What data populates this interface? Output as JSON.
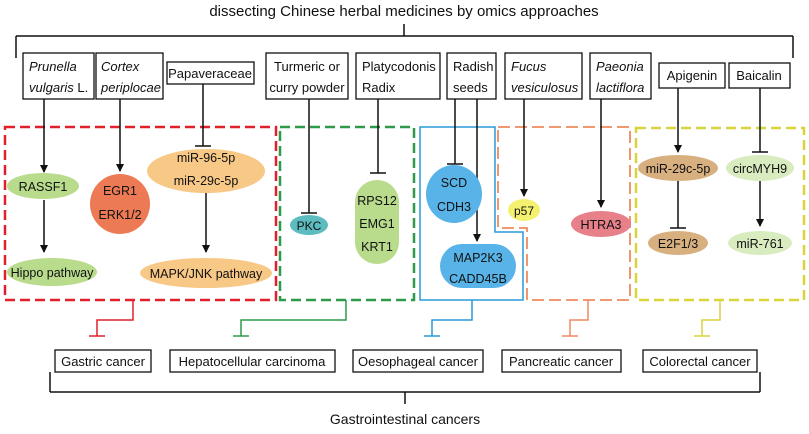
{
  "title": "dissecting Chinese herbal medicines by omics approaches",
  "footer": "Gastrointestinal cancers",
  "herbs": [
    {
      "line1": "Prunella",
      "line2": "vulgaris L.",
      "line1_italic": true,
      "line2_parts": [
        {
          "text": "vulgaris",
          "italic": true
        },
        {
          "text": " L.",
          "italic": false
        }
      ]
    },
    {
      "line1": "Cortex",
      "line2": "periplocae",
      "italic": true
    },
    {
      "line1": "Papaveraceae",
      "line2": ""
    },
    {
      "line1": "Turmeric or",
      "line2": "curry powder"
    },
    {
      "line1": "Platycodonis",
      "line2": "Radix"
    },
    {
      "line1": "Radish",
      "line2": "seeds"
    },
    {
      "line1": "Fucus",
      "line2": "vesiculosus",
      "italic": true
    },
    {
      "line1": "Paeonia",
      "line2": "lactiflora",
      "italic": true
    },
    {
      "line1": "Apigenin",
      "line2": ""
    },
    {
      "line1": "Baicalin",
      "line2": ""
    }
  ],
  "nodes": {
    "rassf1": "RASSF1",
    "hippo": "Hippo pathway",
    "egr1": "EGR1",
    "erk12": "ERK1/2",
    "mir96": "miR-96-5p",
    "mir29c_a": "miR-29c-5p",
    "mapk": "MAPK/JNK pathway",
    "pkc": "PKC",
    "rps12": "RPS12",
    "emg1": "EMG1",
    "krt1": "KRT1",
    "scd": "SCD",
    "cdh3": "CDH3",
    "map2k3": "MAP2K3",
    "cadd45b": "CADD45B",
    "p57": "p57",
    "htra3": "HTRA3",
    "mir29c_b": "miR-29c-5p",
    "e2f13": "E2F1/3",
    "circmyh9": "circMYH9",
    "mir761": "miR-761"
  },
  "cancers": [
    "Gastric cancer",
    "Hepatocellular carcinoma",
    "Oesophageal cancer",
    "Pancreatic cancer",
    "Colorectal cancer"
  ],
  "colors": {
    "gastric": "#e0202a",
    "liver": "#2e9a4a",
    "oeso": "#2a9ad6",
    "pancreatic": "#ee8a5e",
    "colorectal": "#d8d43a",
    "green_ellipse": "#b8dc8c",
    "orange_ellipse": "#f8c886",
    "red_ellipse": "#ec7a54",
    "teal_ellipse": "#5cbcc0",
    "blue_ellipse": "#58b4e8",
    "yellow_ellipse": "#f4f070",
    "pink_ellipse": "#e8808a",
    "tan_ellipse": "#d8b080",
    "lightgreen_ellipse": "#d8ecc0"
  }
}
